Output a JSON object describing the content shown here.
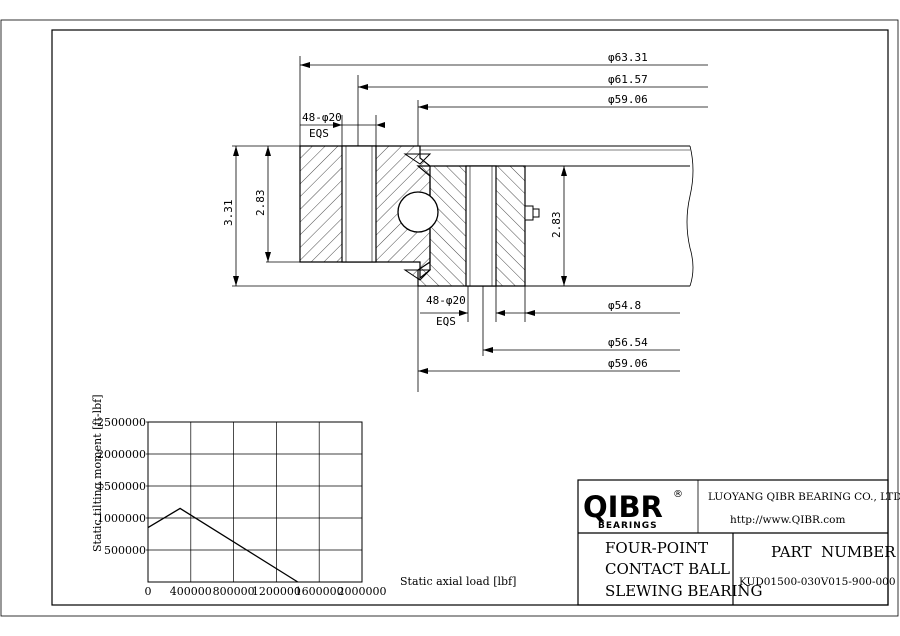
{
  "dimensions": {
    "d1": "φ63.31",
    "d2": "φ61.57",
    "d3": "φ59.06",
    "outer_holes": "48-φ20",
    "outer_eqs": "EQS",
    "height_total": "3.31",
    "height_outer": "2.83",
    "height_inner": "2.83",
    "inner_holes": "48-φ20",
    "inner_eqs": "EQS",
    "d4": "φ54.8",
    "d5": "φ56.54",
    "d6": "φ59.06"
  },
  "chart_data": {
    "type": "line",
    "xlabel": "Static axial load [lbf]",
    "ylabel": "Static tilting moment [ft-lbf]",
    "x_ticks": [
      "0",
      "400000",
      "800000",
      "1200000",
      "1600000",
      "2000000"
    ],
    "y_ticks": [
      "500000",
      "1000000",
      "1500000",
      "2000000",
      "2500000"
    ],
    "xlim": [
      0,
      2000000
    ],
    "ylim": [
      0,
      2500000
    ],
    "grid": true,
    "series": [
      {
        "x": [
          0,
          300000,
          1400000
        ],
        "y": [
          850000,
          1150000,
          0
        ]
      }
    ]
  },
  "title_block": {
    "logo": "QIBR",
    "logo_sub": "BEARINGS",
    "registered": "®",
    "company": "LUOYANG QIBR BEARING CO., LTD",
    "website": "http://www.QIBR.com",
    "product_line1": "FOUR-POINT",
    "product_line2": "CONTACT BALL",
    "product_line3": "SLEWING BEARING",
    "part_number_label": "PART  NUMBER",
    "part_number": "KUD01500-030V015-900-000"
  }
}
